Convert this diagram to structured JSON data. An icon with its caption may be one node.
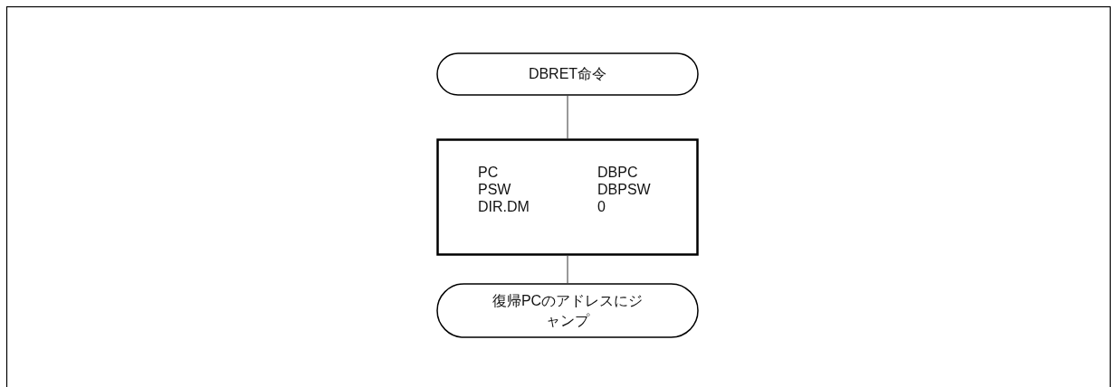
{
  "diagram": {
    "nodes": [
      {
        "text": [
          "DBRET命令"
        ]
      },
      {
        "text": [
          "PC",
          "DBPC",
          "PSW",
          "DBPSW",
          "DIR.DM",
          "0"
        ]
      },
      {
        "text": [
          "復帰PCのアドレスにジャンプ"
        ]
      }
    ],
    "edges": [
      {
        "from": 0,
        "to": 1,
        "arrow": "none"
      },
      {
        "from": 1,
        "to": 2,
        "arrow": "none"
      }
    ]
  }
}
